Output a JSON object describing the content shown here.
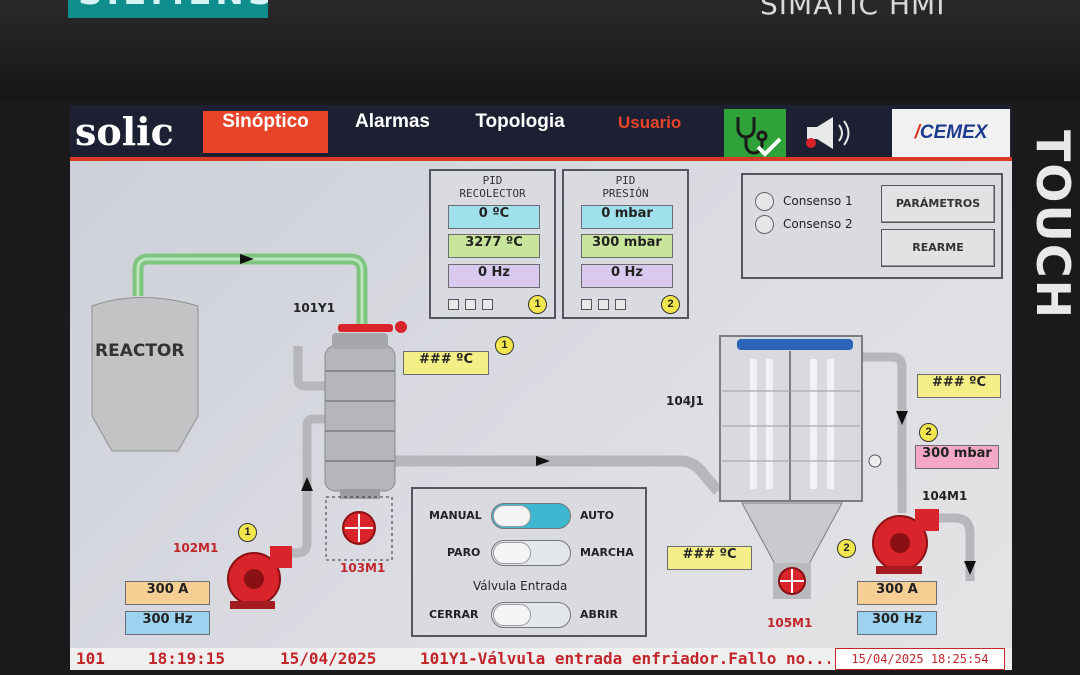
{
  "device": {
    "brand": "SIEMENS",
    "model": "SIMATIC HMI",
    "touch_label": "TOUCH"
  },
  "header": {
    "logo": "solic",
    "tabs": [
      {
        "label": "Sinóptico",
        "active": true
      },
      {
        "label": "Alarmas",
        "active": false
      },
      {
        "label": "Topologia",
        "active": false
      }
    ],
    "user_label": "Usuario",
    "icons": [
      "stethoscope-check-icon",
      "alarm-horn-icon"
    ],
    "client_logo_prefix": "/",
    "client_logo": "CEMEX"
  },
  "pid_recolector": {
    "title_line1": "PID",
    "title_line2": "RECOLECTOR",
    "values": [
      "0 ºC",
      "3277 ºC",
      "0 Hz"
    ],
    "badge": "1"
  },
  "pid_presion": {
    "title_line1": "PID",
    "title_line2": "PRESIÓN",
    "values": [
      "0 mbar",
      "300 mbar",
      "0 Hz"
    ],
    "badge": "2"
  },
  "consensus": {
    "items": [
      "Consenso 1",
      "Consenso 2"
    ],
    "parametros": "PARÁMETROS",
    "rearme": "REARME"
  },
  "process": {
    "reactor": "REACTOR",
    "valve_101y1": "101Y1",
    "temp_cooler": "### ºC",
    "badge_cooler": "1",
    "filter_104j1": "104J1",
    "temp_filter_top": "### ºC",
    "badge_filter_top": "2",
    "pressure_filter": "300 mbar",
    "fan_104m1": "104M1",
    "temp_filter_bottom": "### ºC",
    "badge_filter_bottom": "2",
    "fan_102m1": "102M1",
    "badge_102m1": "1",
    "fan_102m1_current": "300 A",
    "fan_102m1_freq": "300 Hz",
    "motor_103m1": "103M1",
    "motor_105m1": "105M1",
    "fan_104m1_current": "300 A",
    "fan_104m1_freq": "300 Hz"
  },
  "controls": {
    "manual": "MANUAL",
    "auto": "AUTO",
    "paro": "PARO",
    "marcha": "MARCHA",
    "valve_title": "Válvula Entrada",
    "cerrar": "CERRAR",
    "abrir": "ABRIR"
  },
  "status_bar": {
    "code": "101",
    "time": "18:19:15",
    "date": "15/04/2025",
    "message": "101Y1-Válvula entrada enfriador.Fallo no...",
    "datetime": "15/04/2025 18:25:54"
  },
  "colors": {
    "accent": "#e8442a",
    "topbar": "#1d2033",
    "pipe_green": "#7fc481",
    "pipe_gray": "#b5b7bb",
    "fan_red": "#d8242a"
  }
}
